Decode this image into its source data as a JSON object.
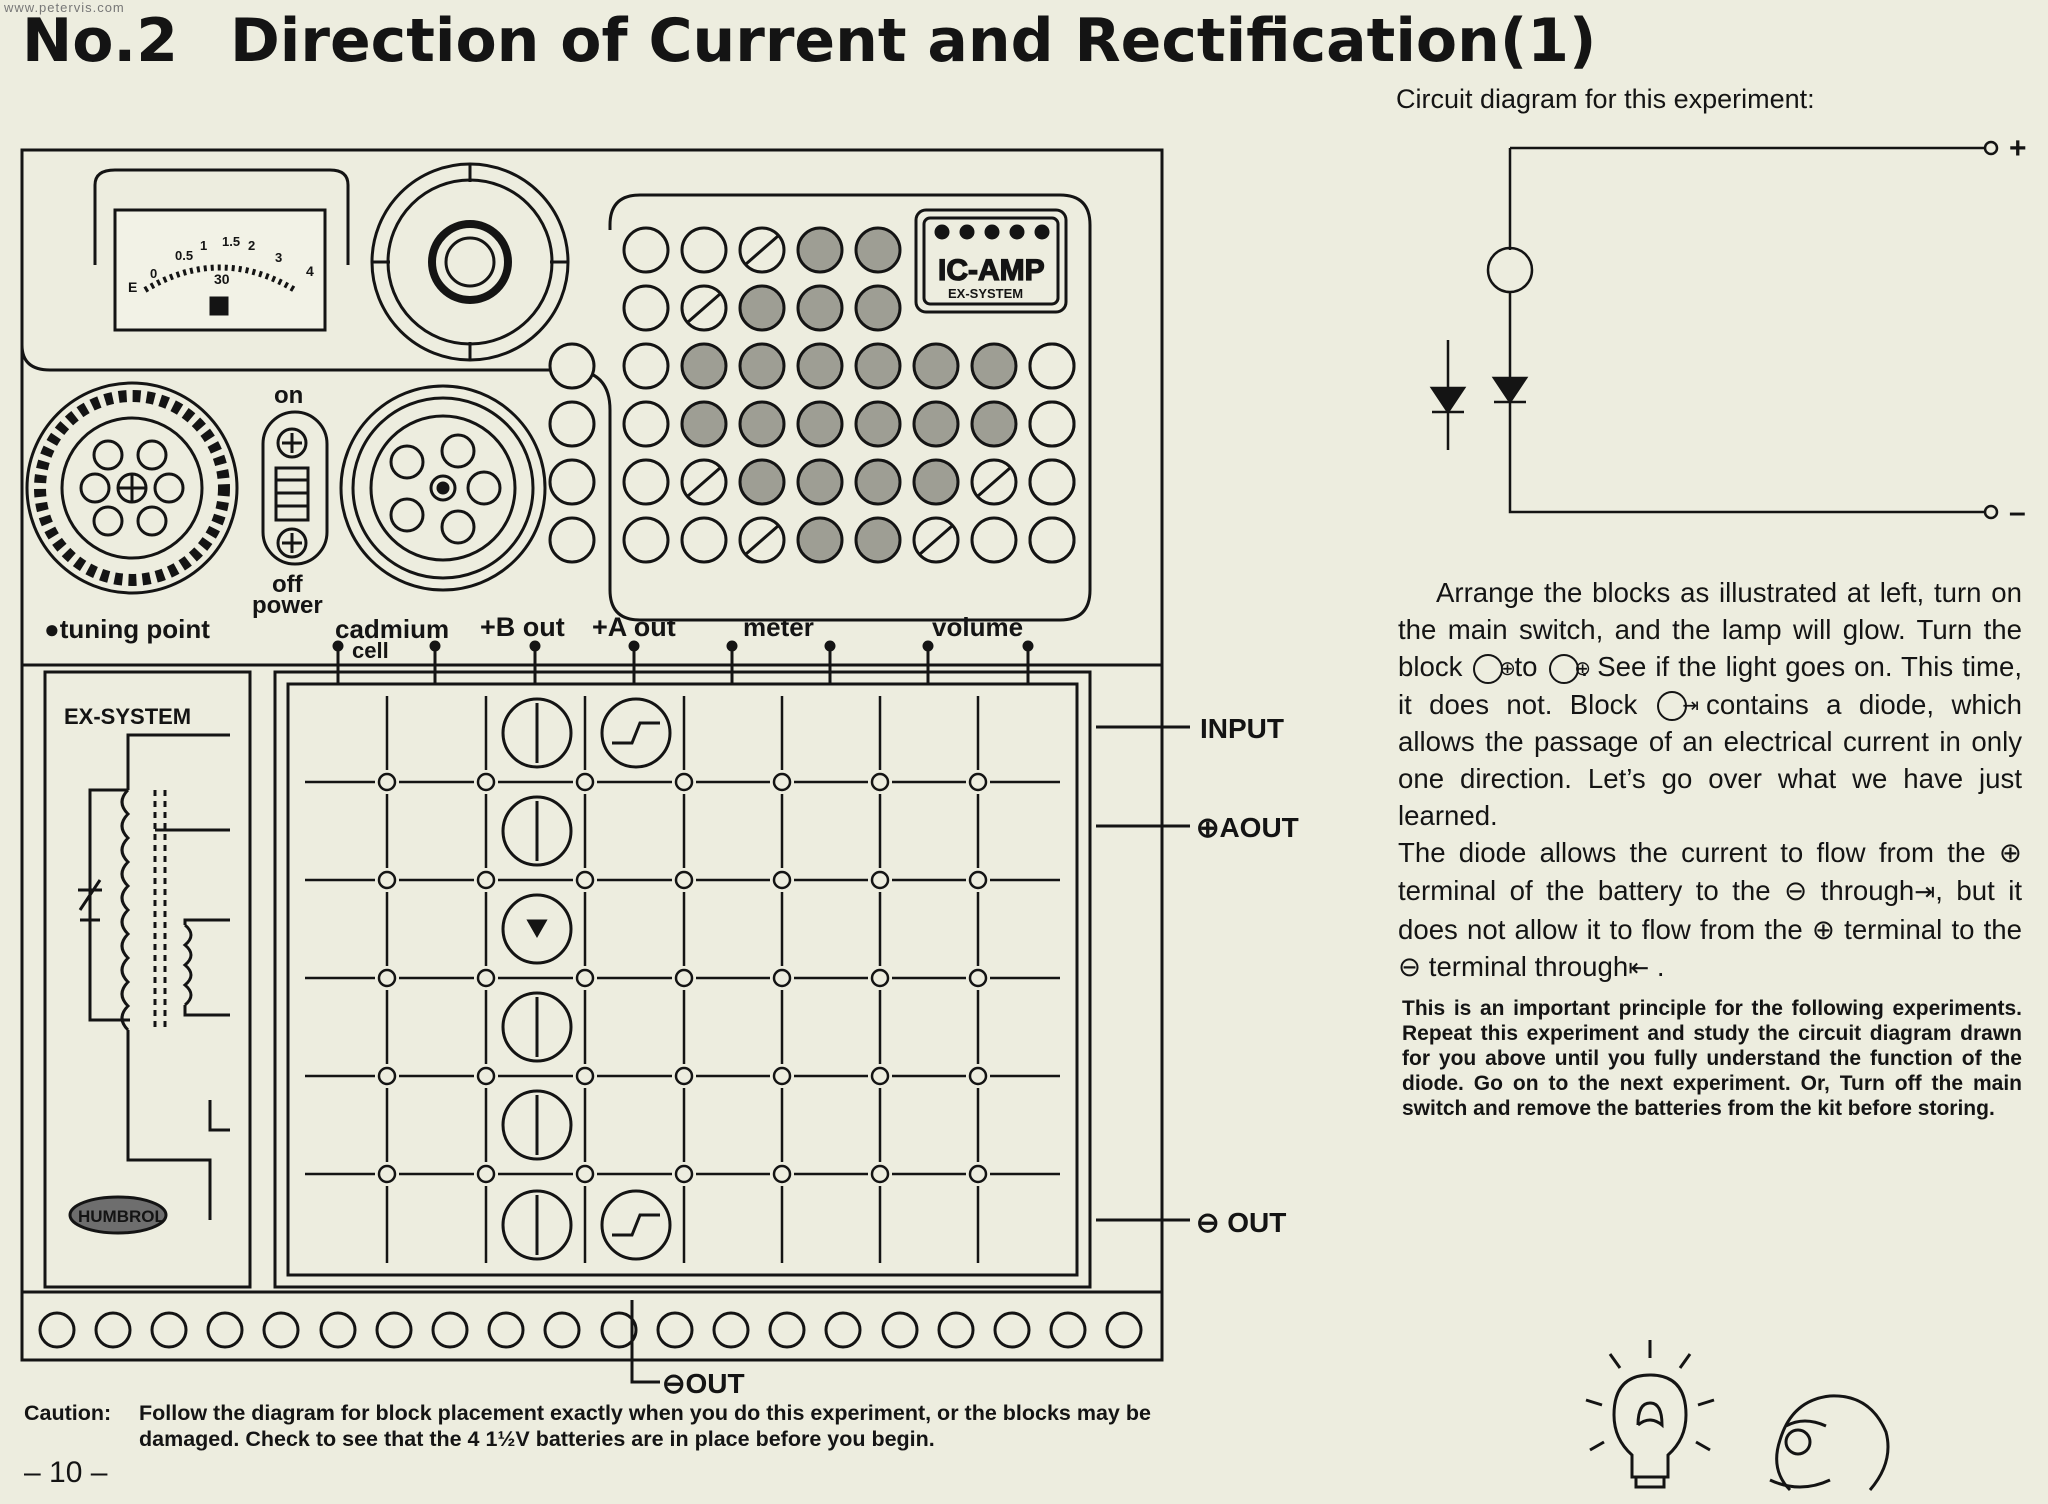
{
  "watermark": "www.petervis.com",
  "title": {
    "number": "No.2",
    "text": "Direction of Current and Rectification(1)"
  },
  "circuit": {
    "label": "Circuit diagram for this experiment:",
    "plus": "+",
    "minus": "–"
  },
  "board": {
    "meter_ticks": [
      "0",
      "0.5",
      "1",
      "1.5",
      "2",
      "3"
    ],
    "meter_left_text": "E",
    "meter_right_text": "4",
    "meter_mid_text": "30",
    "ic_badge": "IC-AMP",
    "ic_badge_sub": "EX-SYSTEM",
    "switch_on": "on",
    "switch_off": "off",
    "switch_power": "power",
    "tuning_point": "●tuning point",
    "connectors": [
      "cadmium",
      "cell",
      "+B out",
      "+A out",
      "meter",
      "volume"
    ],
    "ex_system": "EX-SYSTEM",
    "brand_badge": "HUMBROL",
    "side_labels": {
      "input": "INPUT",
      "aout": "⊕AOUT",
      "out": "⊖ OUT",
      "out_bottom": "⊖OUT"
    }
  },
  "article": {
    "p1_a": "Arrange the blocks as illustrated at left, turn on the main switch, and the lamp will glow. Turn the block",
    "p1_b": "to",
    "p1_c": ". See if the light goes on. This time, it does not. Block",
    "p1_d": "contains a diode, which allows the passage of an electrical current in only one direction. Let’s go over what we have just learned.",
    "p2_a": "The diode allows the current to flow from the ⊕ terminal of the battery to the ⊖ through",
    "p2_b": ", but it does not allow it to flow from the ⊕ terminal to the ⊖ terminal through",
    "p2_c": "."
  },
  "note": {
    "text_a": "This is an important principle for the following experiments. Repeat this experiment and study the circuit diagram drawn for you above until you fully understand the function of the diode. Go on to the next experiment.",
    "or_label": "Or,",
    "text_b": "Turn off the main switch and remove the batteries from the kit before storing."
  },
  "caution": {
    "label": "Caution:",
    "text": "Follow the diagram for block placement exactly when you do this experiment, or the blocks may be damaged. Check to see that the 4 1½V batteries are in place before you begin."
  },
  "page_number": "– 10 –",
  "icons": [
    "lamp-icon",
    "diode-icon",
    "lightbulb-cartoon-icon",
    "thinking-face-icon"
  ]
}
